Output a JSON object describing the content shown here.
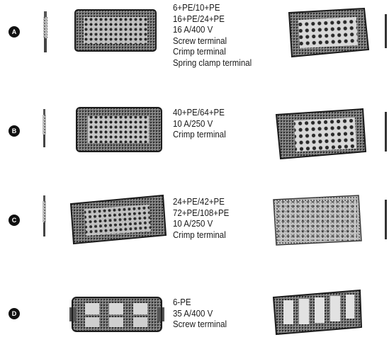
{
  "rows": [
    {
      "label": "A",
      "specs": [
        "6+PE/10+PE",
        "16+PE/24+PE",
        "16 A/400 V",
        "Screw terminal",
        "Crimp terminal",
        "Spring clamp terminal"
      ]
    },
    {
      "label": "B",
      "specs": [
        "40+PE/64+PE",
        "10 A/250 V",
        "Crimp terminal"
      ]
    },
    {
      "label": "C",
      "specs": [
        "24+PE/42+PE",
        "72+PE/108+PE",
        "10 A/250 V",
        "Crimp terminal"
      ]
    },
    {
      "label": "D",
      "specs": [
        "6-PE",
        "35 A/400 V",
        "Screw terminal"
      ]
    }
  ]
}
